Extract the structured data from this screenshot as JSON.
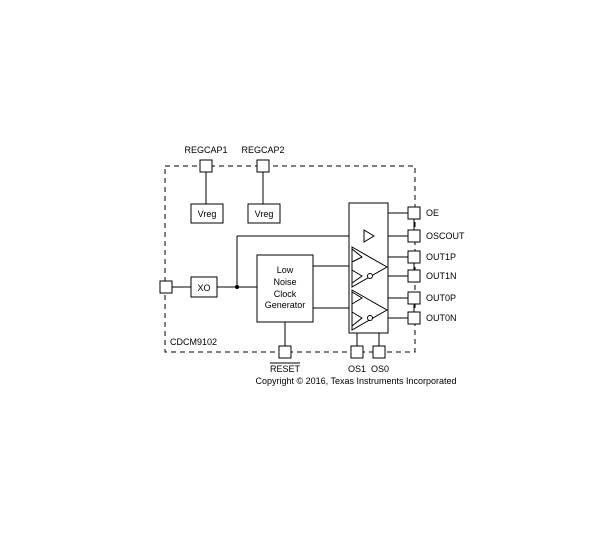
{
  "device_name": "CDCM9102",
  "pins": {
    "regcap1": "REGCAP1",
    "regcap2": "REGCAP2",
    "oe": "OE",
    "oscout": "OSCOUT",
    "out1p": "OUT1P",
    "out1n": "OUT1N",
    "out0p": "OUT0P",
    "out0n": "OUT0N",
    "reset": "RESET",
    "os1": "OS1",
    "os0": "OS0"
  },
  "blocks": {
    "vreg1": "Vreg",
    "vreg2": "Vreg",
    "xo": "XO",
    "clock_gen": [
      "Low",
      "Noise",
      "Clock",
      "Generator"
    ]
  },
  "copyright": "Copyright © 2016, Texas Instruments Incorporated"
}
